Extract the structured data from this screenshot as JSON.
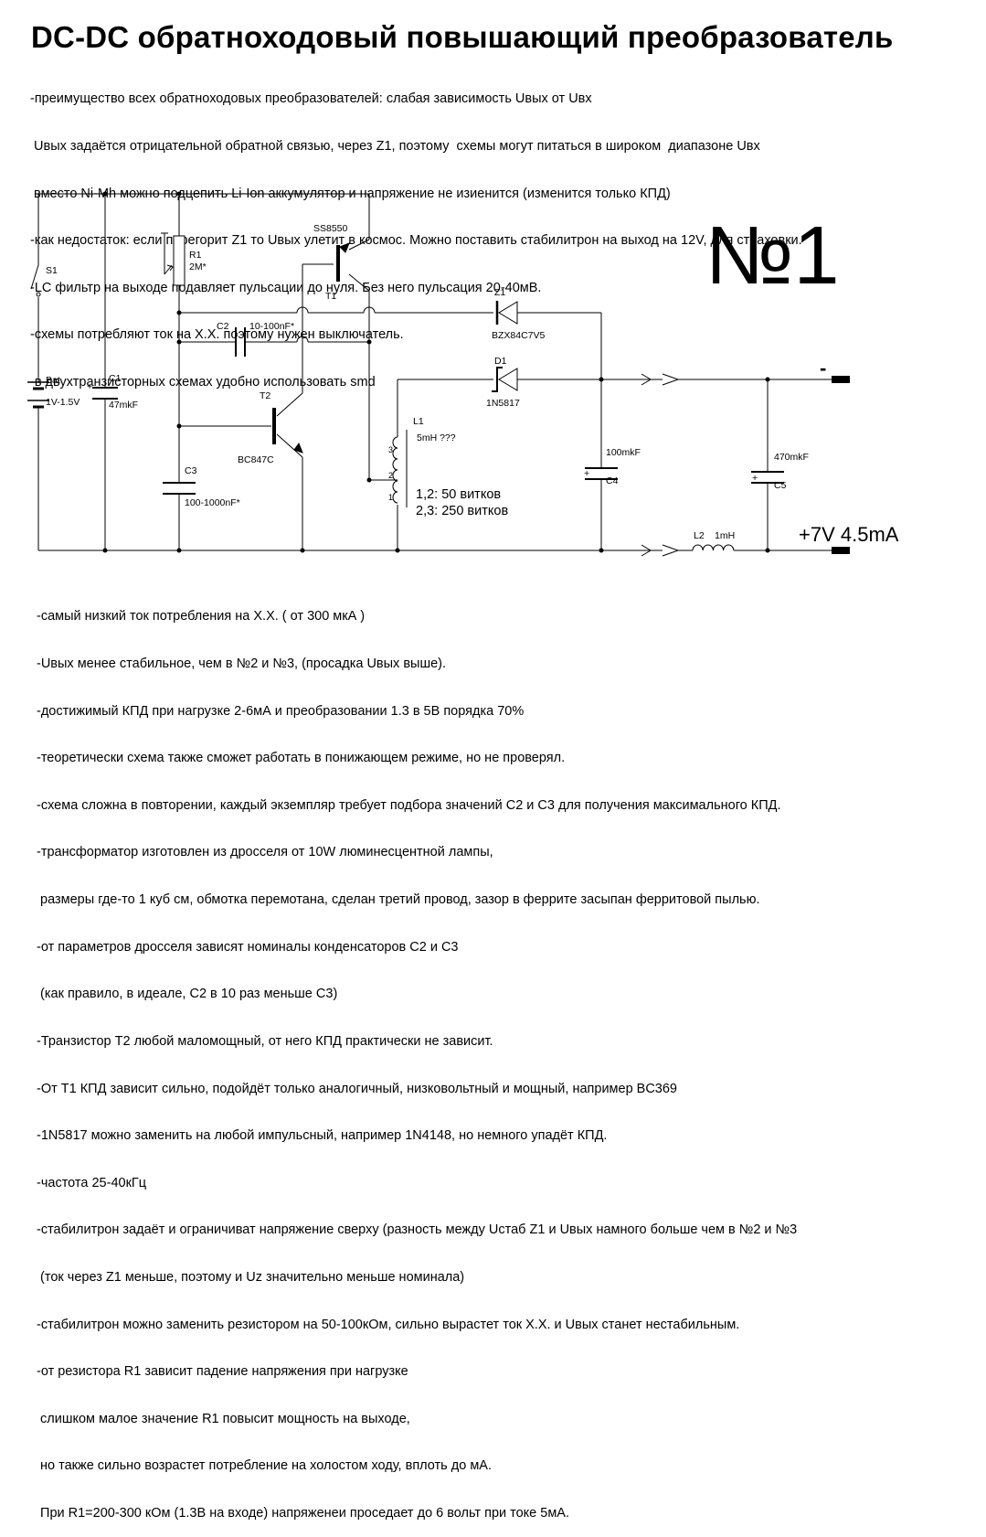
{
  "title": "DC-DC обратноходовый повышающий преобразователь",
  "top_notes": [
    "-преимущество всех обратноходовых преобразователей: слабая зависимость Uвых от Uвх",
    " Uвых задаётся отрицательной обратной связью, через Z1, поэтому  схемы могут питаться в широком  диапазоне Uвх",
    " вместо Ni-Mh можно подцепить Li-Ion аккумулятор и напряжение не изиенится (изменится только КПД)",
    "-как недостаток: если перегорит Z1 то Uвых улетит в космос. Можно поставить стабилитрон на выход на 12V, для страховки.",
    "-LC фильтр на выходе подавляет пульсации до нуля. Без него пульсация 20-40мВ.",
    "-схемы потребляют ток на Х.Х. поэтому нужен выключатель.",
    "-в двухтранзисторных схемах удобно использовать smd"
  ],
  "schematic": {
    "number": "№1",
    "s1": "S1",
    "bat": "Bat",
    "bat_value": "1V-1.5V",
    "c1": "C1",
    "c1_value": "47mkF",
    "r1": "R1",
    "r1_value": "2M*",
    "t1_type": "SS8550",
    "t1": "T1",
    "c2": "C2",
    "c2_value": "10-100nF*",
    "t2": "T2",
    "t2_type": "BC847C",
    "c3": "C3",
    "c3_value": "100-1000nF*",
    "z1": "Z1",
    "z1_type": "BZX84C7V5",
    "d1": "D1",
    "d1_type": "1N5817",
    "l1": "L1",
    "l1_value": "5mH ???",
    "pin3": "3",
    "pin2": "2",
    "pin1": "1",
    "winding_12": "1,2: 50 витков",
    "winding_23": "2,3: 250 витков",
    "c4": "C4",
    "c4_value": "100mkF",
    "c5": "C5",
    "c5_value": "470mkF",
    "l2": "L2",
    "l2_value": "1mH",
    "plus": "+",
    "minus_out": "-",
    "output": "+7V 4.5mA"
  },
  "bottom_notes": [
    "-самый низкий ток потребления на Х.Х. ( от 300 мкА )",
    "-Uвых менее стабильное, чем в №2 и №3, (просадка Uвых выше).",
    "-достижимый КПД при нагрузке 2-6мА и преобразовании 1.3 в 5В порядка 70%",
    "-теоретически схема также сможет работать в понижающем режиме, но не проверял.",
    "-схема сложна в повторении, каждый экземпляр требует подбора значений С2 и С3 для получения максимального КПД.",
    "-трансформатор изготовлен из дросселя от 10W люминесцентной лампы,",
    " размеры где-то 1 куб см, обмотка перемотана, сделан третий провод, зазор в феррите засыпан ферритовой пылью.",
    "-от параметров дросселя зависят номиналы конденсаторов С2 и С3",
    " (как правило, в идеале, С2 в 10 раз меньше С3)",
    "-Транзистор Т2 любой маломощный, от него КПД практически не зависит.",
    "-От Т1 КПД зависит сильно, подойдёт только аналогичный, низковольтный и мощный, например BC369",
    "-1N5817 можно заменить на любой импульсный, например 1N4148, но немного упадёт КПД.",
    "-частота 25-40кГц",
    "-стабилитрон задаёт и ограничиват напряжение сверху (разность между Uстаб Z1 и Uвых намного больше чем в №2 и №3",
    " (ток через Z1 меньше, поэтому и Uz значительно меньше номинала)",
    "-стабилитрон можно заменить резистором на 50-100кОм, сильно вырастет ток Х.Х. и Uвых станет нестабильным.",
    "-от резистора R1 зависит падение напряжения при нагрузке",
    " слишком малое значение R1 повысит мощность на выходе,",
    " но также сильно возрастет потребление на холостом ходу, вплоть до мА.",
    " При R1=200-300 кОм (1.3В на входе) напряженеи проседает до 6 вольт при токе 5мА."
  ]
}
